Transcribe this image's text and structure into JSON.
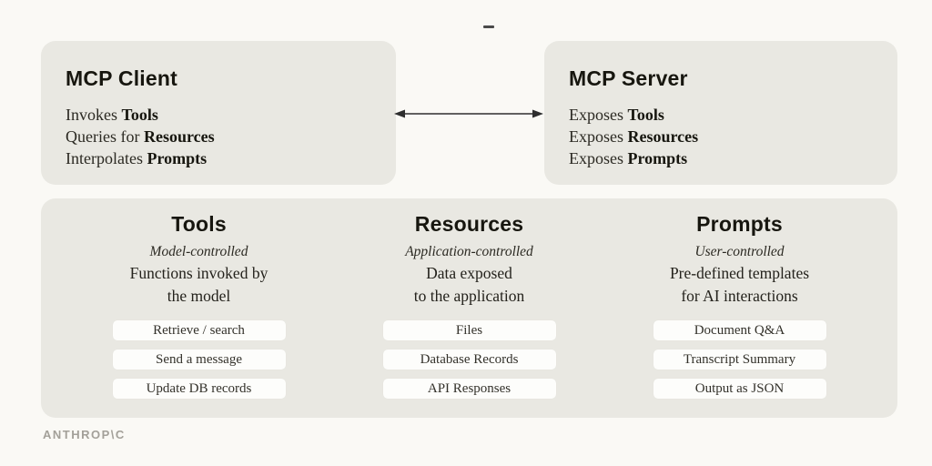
{
  "page": {
    "background": "#faf9f5",
    "top_dash": "-"
  },
  "colors": {
    "card_bg": "#e9e8e2",
    "pill_bg": "#fdfdfb",
    "heading_text": "#17160f",
    "body_text": "#2b2922",
    "logo_gray": "#a3a099",
    "arrow": "#2e2e2e"
  },
  "client_card": {
    "title": "MCP Client",
    "lines": [
      {
        "prefix": "Invokes ",
        "bold": "Tools"
      },
      {
        "prefix": "Queries for ",
        "bold": "Resources"
      },
      {
        "prefix": "Interpolates ",
        "bold": "Prompts"
      }
    ]
  },
  "server_card": {
    "title": "MCP Server",
    "lines": [
      {
        "prefix": "Exposes ",
        "bold": "Tools"
      },
      {
        "prefix": "Exposes ",
        "bold": "Resources"
      },
      {
        "prefix": "Exposes ",
        "bold": "Prompts"
      }
    ]
  },
  "arrow": {
    "type": "bidirectional-horizontal"
  },
  "columns": [
    {
      "title": "Tools",
      "subtitle": "Model-controlled",
      "desc_line1": "Functions invoked by",
      "desc_line2": "the model",
      "items": [
        "Retrieve / search",
        "Send a message",
        "Update DB records"
      ]
    },
    {
      "title": "Resources",
      "subtitle": "Application-controlled",
      "desc_line1": "Data exposed",
      "desc_line2": "to the application",
      "items": [
        "Files",
        "Database Records",
        "API Responses"
      ]
    },
    {
      "title": "Prompts",
      "subtitle": "User-controlled",
      "desc_line1": "Pre-defined templates",
      "desc_line2": "for AI interactions",
      "items": [
        "Document Q&A",
        "Transcript Summary",
        "Output as JSON"
      ]
    }
  ],
  "footer": {
    "logo": "ANTHROP\\C"
  }
}
